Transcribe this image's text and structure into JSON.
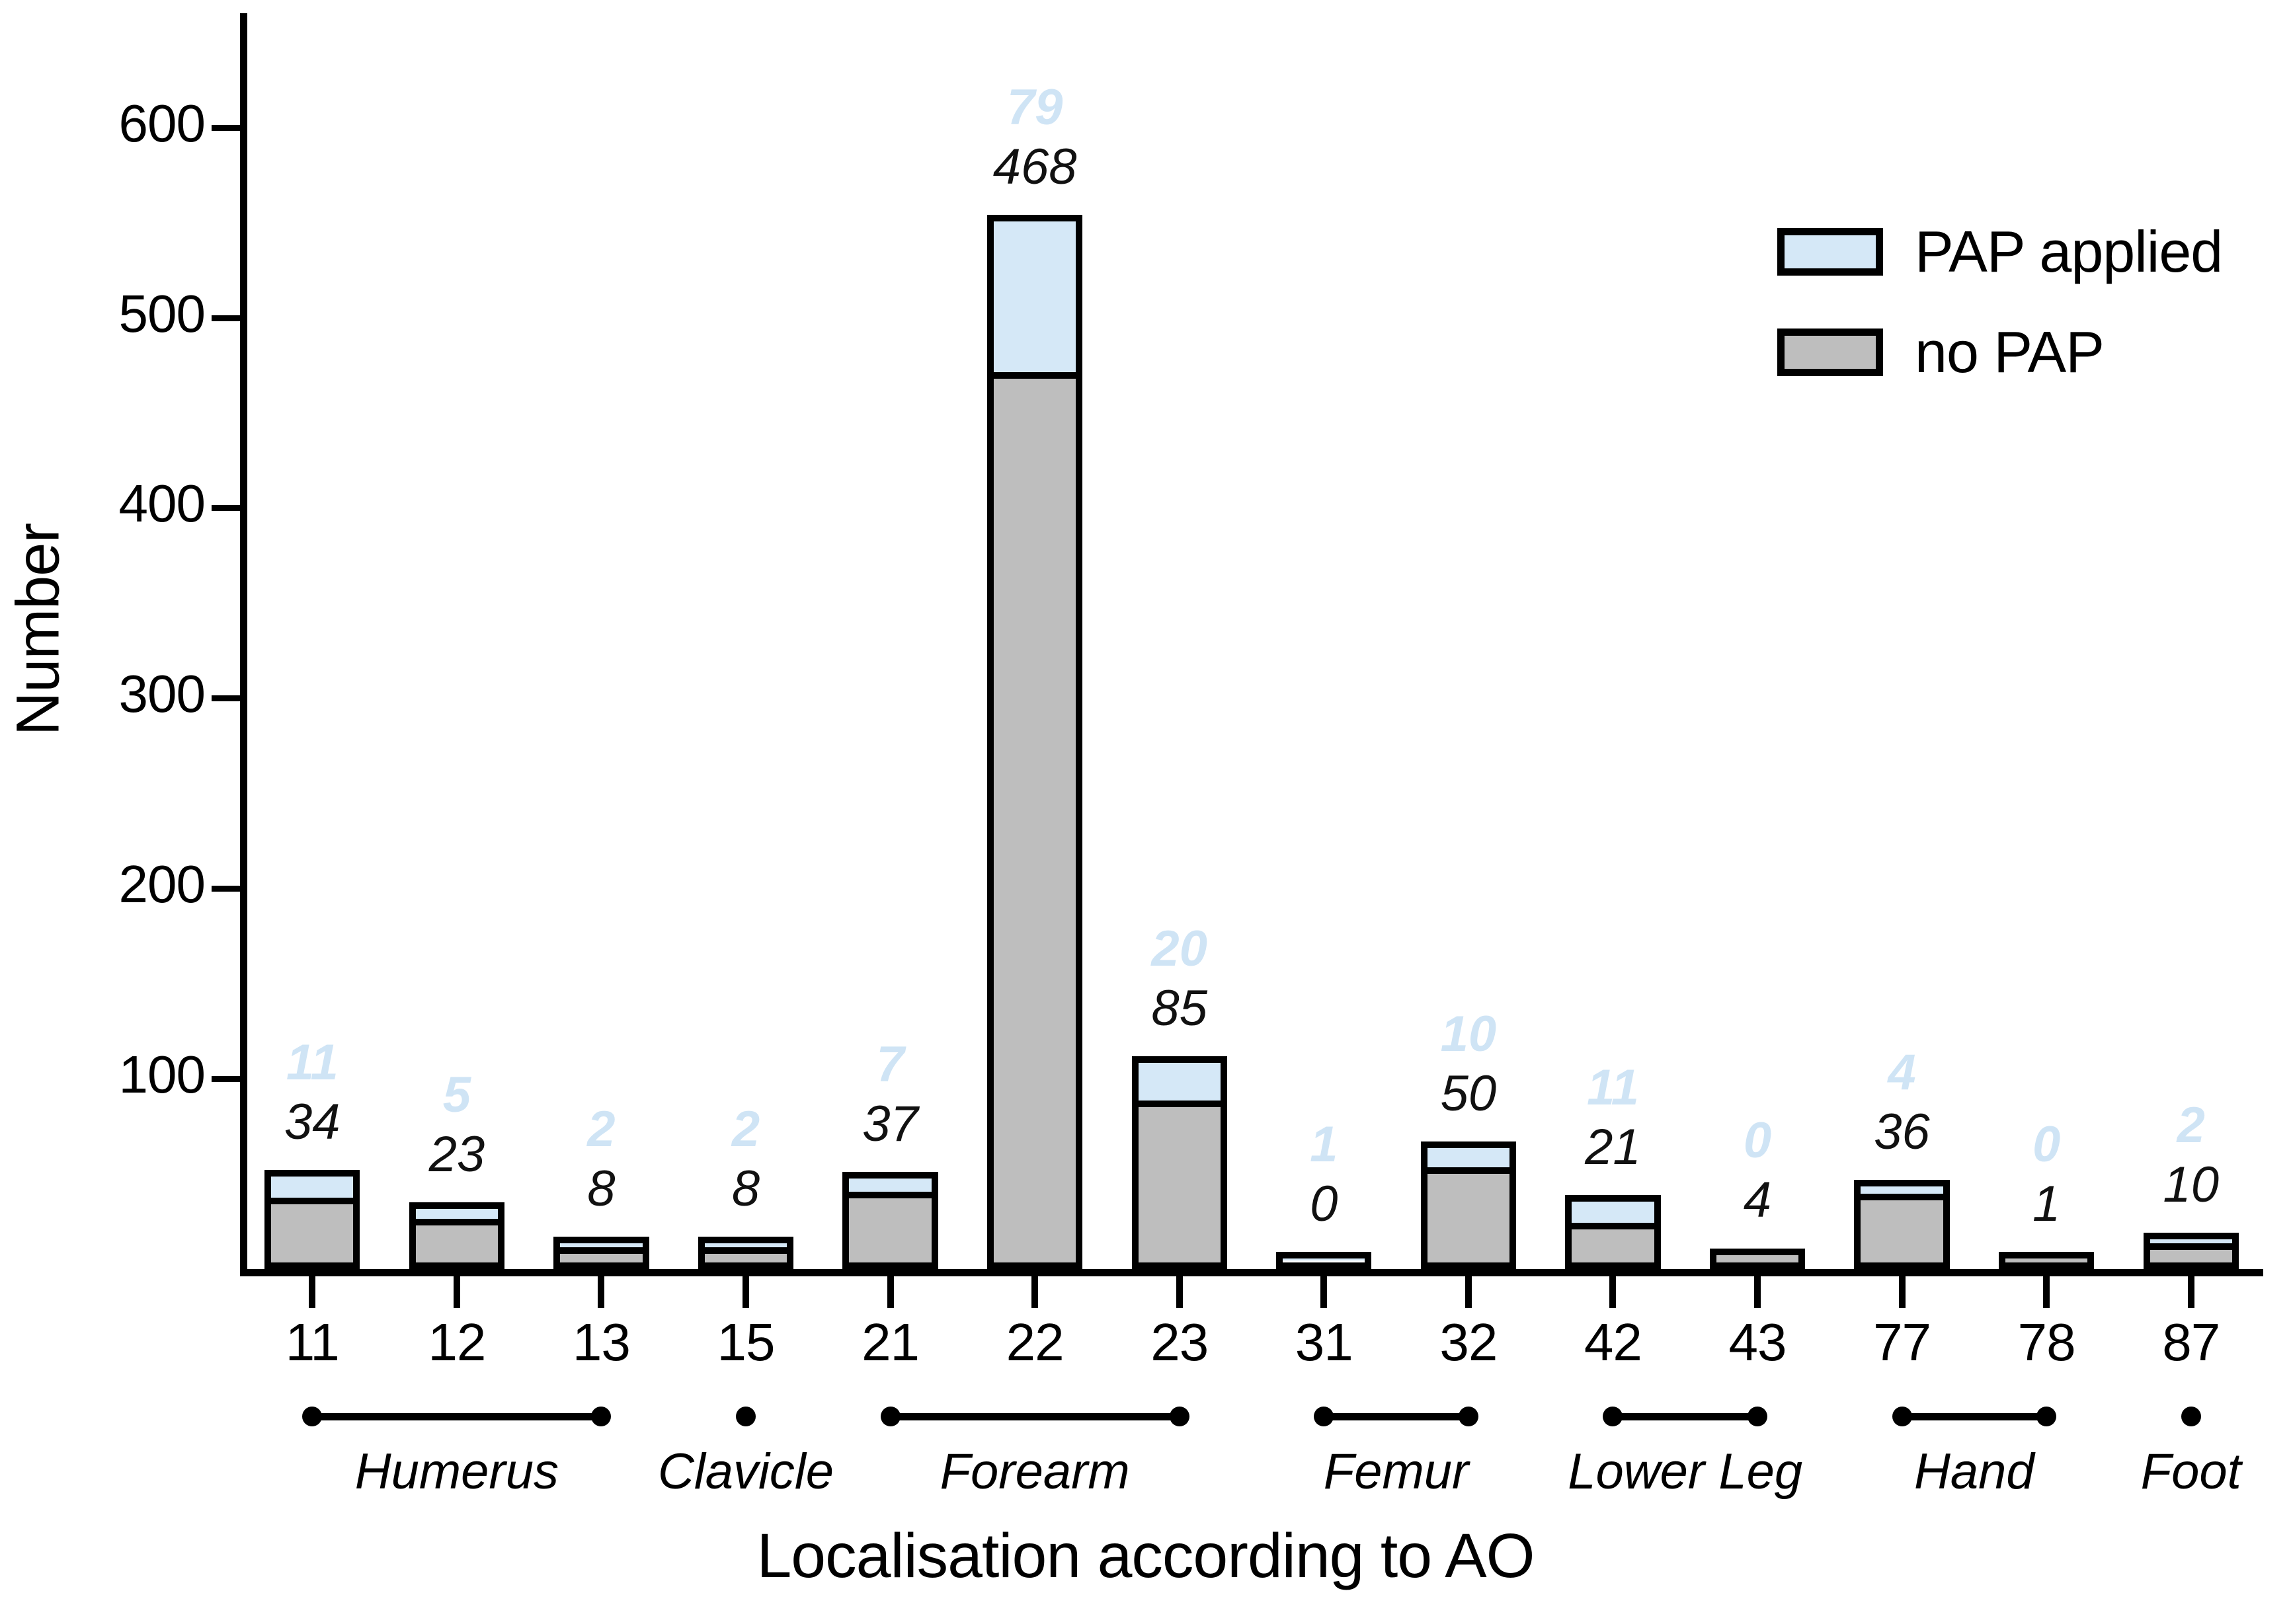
{
  "chart_data": {
    "type": "bar",
    "subtype": "stacked",
    "title": "",
    "xlabel": "Localisation according to AO",
    "ylabel": "Number",
    "ylim": [
      0,
      660
    ],
    "yticks": [
      100,
      200,
      300,
      400,
      500,
      600
    ],
    "grid": false,
    "legend_position": "top-right",
    "categories": [
      "11",
      "12",
      "13",
      "15",
      "21",
      "22",
      "23",
      "31",
      "32",
      "42",
      "43",
      "77",
      "78",
      "87"
    ],
    "series": [
      {
        "name": "PAP applied",
        "color": "#d5e8f7",
        "values": [
          11,
          5,
          2,
          2,
          7,
          79,
          20,
          1,
          10,
          11,
          0,
          4,
          0,
          2
        ]
      },
      {
        "name": "no PAP",
        "color": "#bebebe",
        "values": [
          34,
          23,
          8,
          8,
          37,
          468,
          85,
          0,
          50,
          21,
          4,
          36,
          1,
          10
        ]
      }
    ],
    "groups": [
      {
        "label": "Humerus",
        "from": "11",
        "to": "13"
      },
      {
        "label": "Clavicle",
        "from": "15",
        "to": "15"
      },
      {
        "label": "Forearm",
        "from": "21",
        "to": "23"
      },
      {
        "label": "Femur",
        "from": "31",
        "to": "32"
      },
      {
        "label": "Lower Leg",
        "from": "42",
        "to": "43"
      },
      {
        "label": "Hand",
        "from": "77",
        "to": "78"
      },
      {
        "label": "Foot",
        "from": "87",
        "to": "87"
      }
    ]
  },
  "legend": {
    "items": [
      {
        "label": "PAP applied",
        "color": "#d5e8f7"
      },
      {
        "label": "no PAP",
        "color": "#bebebe"
      }
    ]
  },
  "axes": {
    "y_title": "Number",
    "x_title": "Localisation according to AO",
    "y_tick_labels": [
      "100",
      "200",
      "300",
      "400",
      "500",
      "600"
    ],
    "x_tick_labels": [
      "11",
      "12",
      "13",
      "15",
      "21",
      "22",
      "23",
      "31",
      "32",
      "42",
      "43",
      "77",
      "78",
      "87"
    ]
  },
  "colors": {
    "pap_fill": "#d5e8f7",
    "nopap_fill": "#bebebe",
    "outline": "#000000",
    "pap_label": "#cfe4f5",
    "nopap_label": "#111111",
    "background": "#ffffff"
  }
}
